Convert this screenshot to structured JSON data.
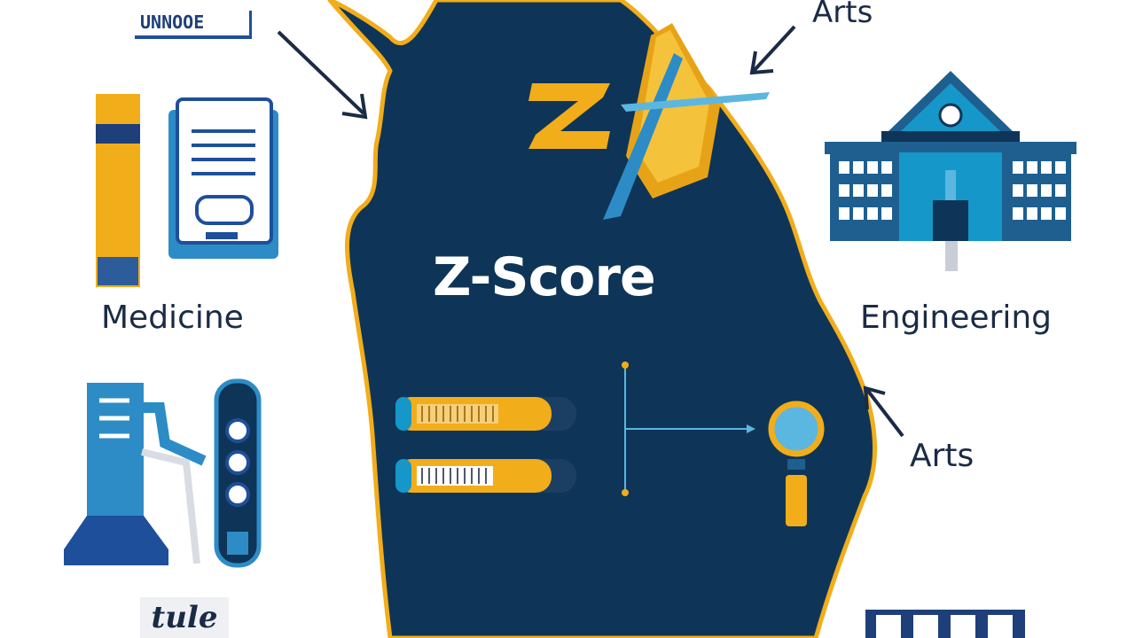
{
  "title": "Z-Score",
  "emblem_letter": "Z",
  "labels": {
    "medicine": "Medicine",
    "engineering": "Engineering",
    "arts_top": "Arts",
    "arts_right": "Arts"
  },
  "badge_top_left": "UNNOOE",
  "script_bottom_left": "tule",
  "colors": {
    "map_fill": "#0e3557",
    "map_outline": "#f2ad1a",
    "accent_blue": "#1597c9",
    "dark_blue": "#1e4f9a",
    "text_dark": "#1a2b46",
    "white": "#ffffff"
  },
  "icons": [
    "document-icon",
    "book-icon",
    "university-building-icon",
    "laboratory-equipment-icon",
    "magnifier-icon",
    "progress-bar-icon",
    "pencil-icon",
    "arrow-icon"
  ]
}
